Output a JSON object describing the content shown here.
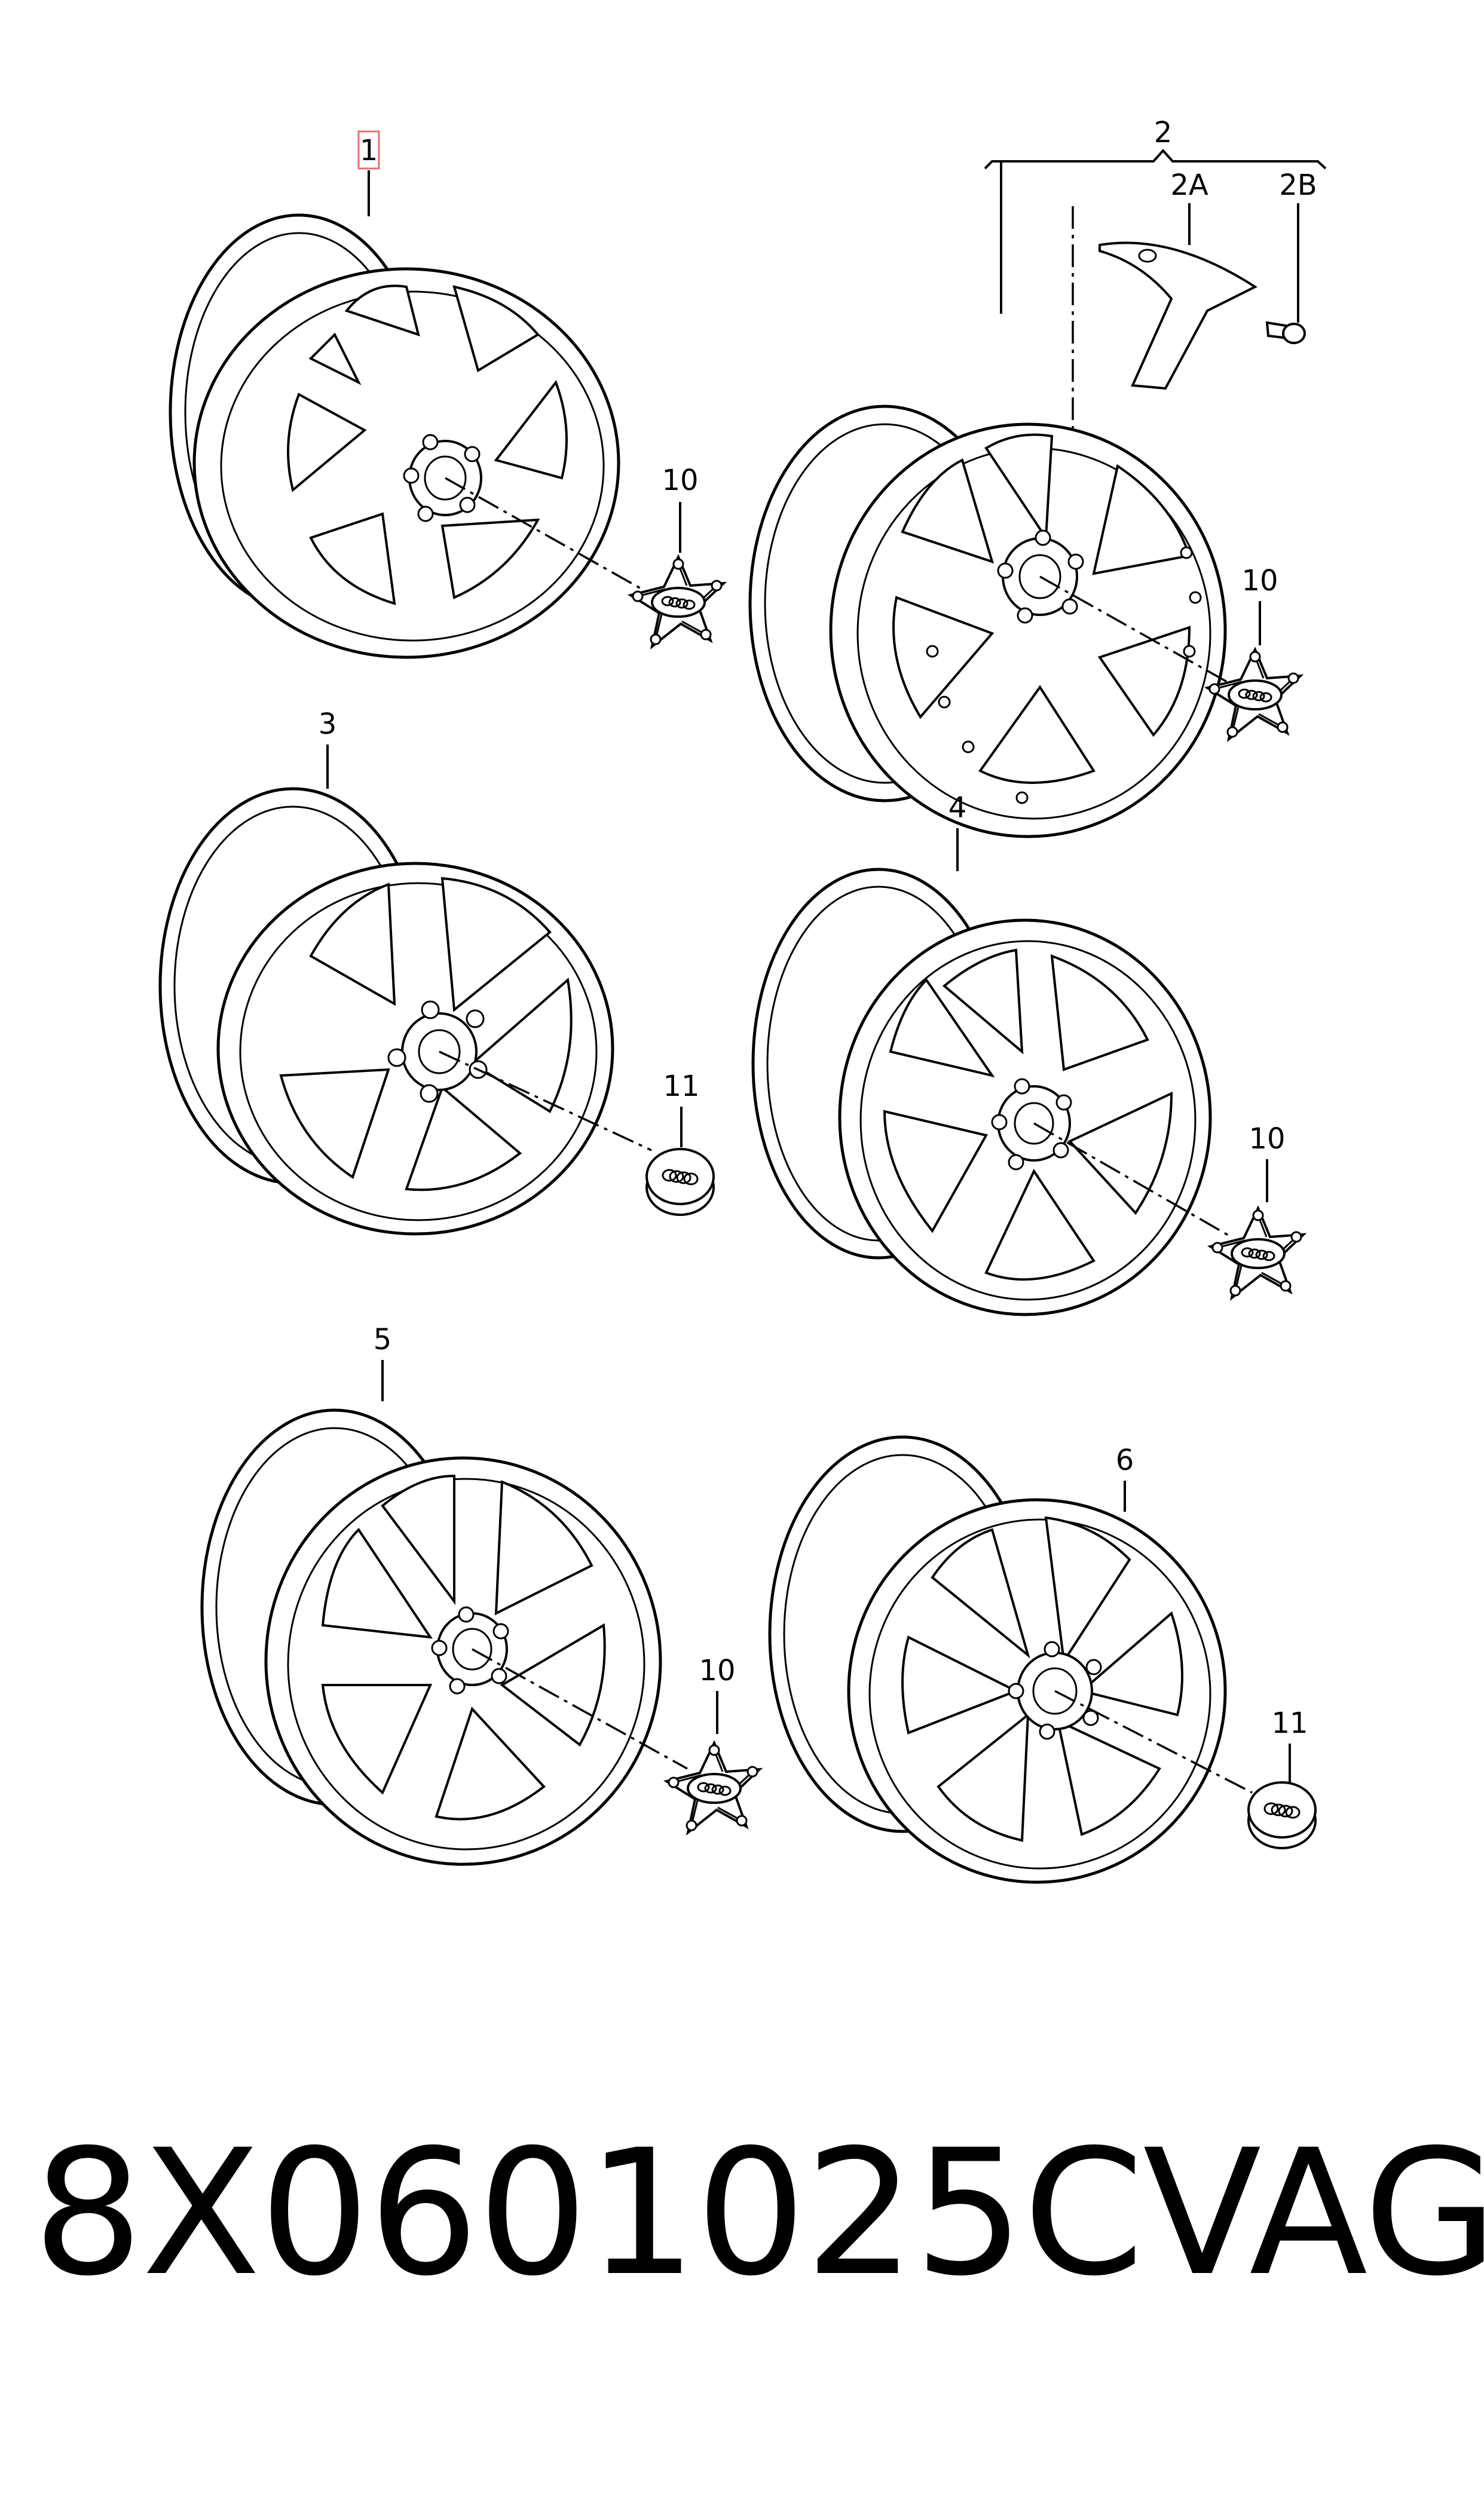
{
  "callouts": {
    "wheel_1": "1",
    "wheel_2": "2",
    "sub_2a": "2A",
    "sub_2b": "2B",
    "wheel_3": "3",
    "wheel_4": "4",
    "wheel_5": "5",
    "wheel_6": "6",
    "cap_10_a": "10",
    "cap_10_b": "10",
    "cap_11_a": "11",
    "cap_10_c": "10",
    "cap_10_d": "10",
    "cap_11_b": "11"
  },
  "footer": {
    "part_number": "8X0601025C",
    "brand": "VAG"
  },
  "colors": {
    "line": "#000000",
    "background": "#ffffff",
    "highlight_box": "#e07070"
  },
  "icons": {
    "wheel": "alloy-wheel-icon",
    "star_cap": "star-center-cap-icon",
    "round_cap": "round-center-cap-icon",
    "rings_logo": "four-rings-logo-icon"
  }
}
